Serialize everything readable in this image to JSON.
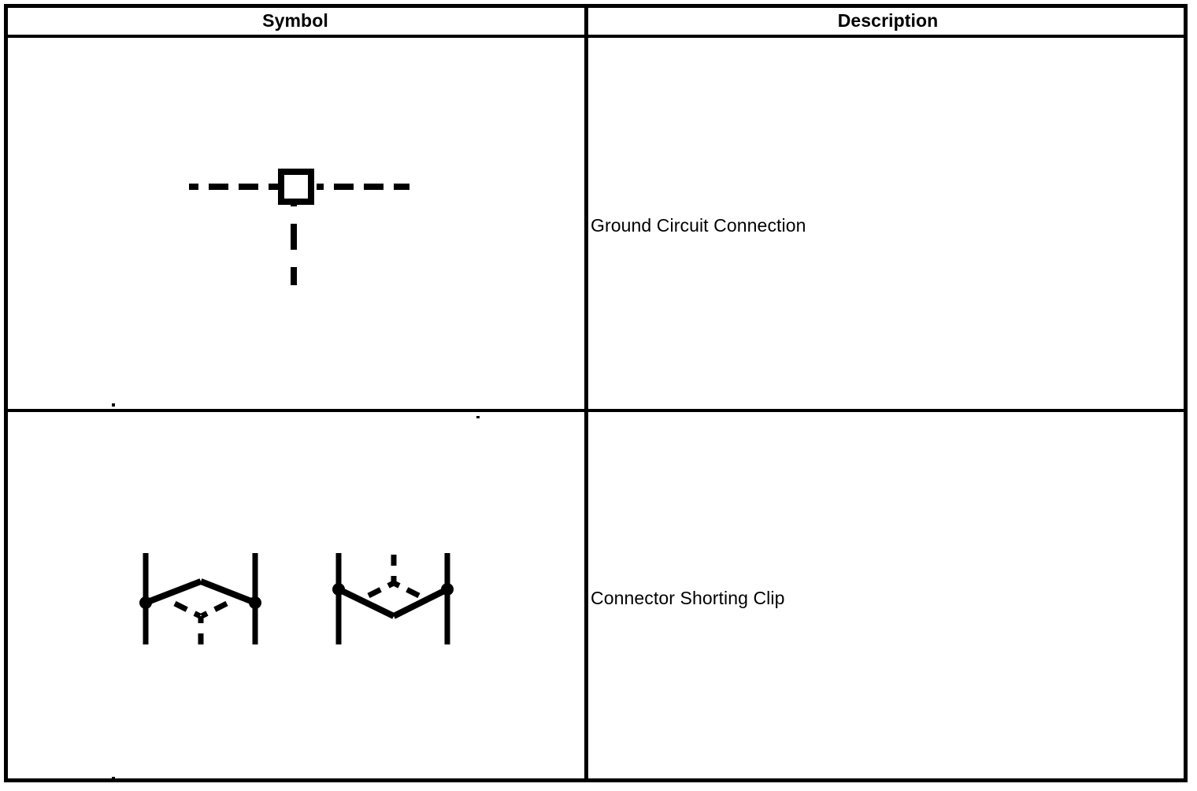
{
  "table": {
    "columns": [
      {
        "key": "symbol",
        "label": "Symbol"
      },
      {
        "key": "description",
        "label": "Description"
      }
    ],
    "rows": [
      {
        "symbol_name": "ground-circuit-connection-symbol",
        "description": "Ground Circuit Connection"
      },
      {
        "symbol_name": "connector-shorting-clip-symbol",
        "description": "Connector Shorting Clip"
      }
    ]
  },
  "symbols": {
    "ground_circuit_connection": {
      "parts": [
        "dashed-lead-left",
        "hollow-square-terminal",
        "dashed-lead-right",
        "dashed-ground-lead-down"
      ]
    },
    "connector_shorting_clip": {
      "variants": [
        {
          "name": "clip-up",
          "parts": [
            "pin-bar-left",
            "pin-bar-right",
            "terminal-dot-left",
            "terminal-dot-right",
            "contact-arm-left",
            "contact-arm-right",
            "dashed-apex-lead-down"
          ]
        },
        {
          "name": "clip-down",
          "parts": [
            "pin-bar-left",
            "pin-bar-right",
            "terminal-dot-left",
            "terminal-dot-right",
            "contact-arm-left",
            "contact-arm-right",
            "dashed-apex-lead-up"
          ]
        }
      ]
    }
  },
  "colors": {
    "ink": "#000000",
    "paper": "#ffffff"
  }
}
